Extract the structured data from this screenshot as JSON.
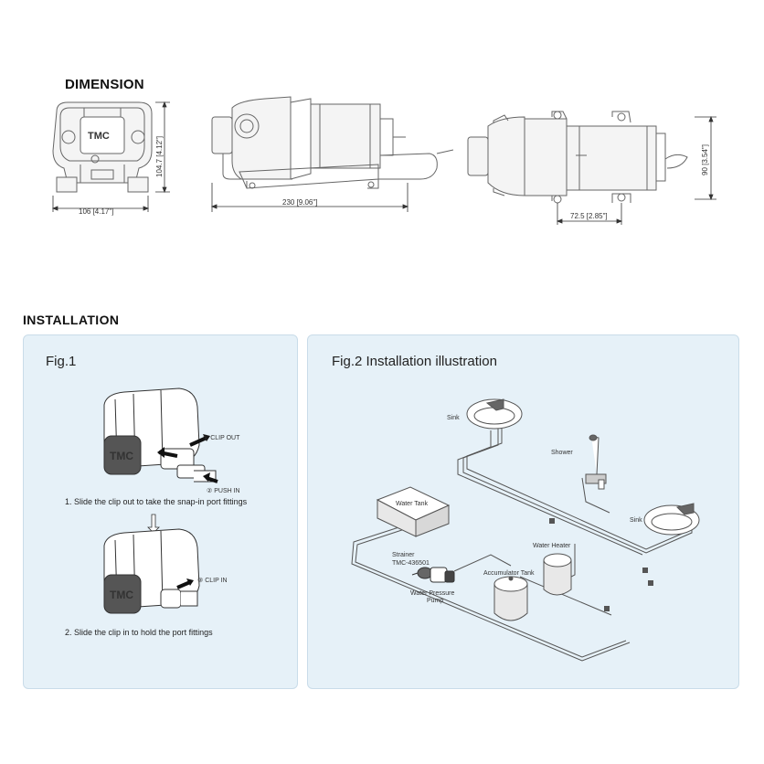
{
  "dimension": {
    "heading": "DIMENSION",
    "front_width": "106 [4.17\"]",
    "front_height": "104.7 [4.12\"]",
    "side_length": "230 [9.06\"]",
    "top_mount": "72.5 [2.85\"]",
    "top_height": "90 [3.54\"]",
    "logo": "TMC"
  },
  "installation": {
    "heading": "INSTALLATION",
    "fig1": {
      "title": "Fig.1",
      "clip_out": "① CLIP OUT",
      "push_in": "② PUSH IN",
      "clip_in": "③ CLIP IN",
      "step1": "1. Slide the clip out to take the snap-in port fittings",
      "step2": "2. Slide the clip in to hold the port fittings"
    },
    "fig2": {
      "title": "Fig.2 Installation illustration",
      "sink_top": "Sink",
      "shower": "Shower",
      "sink_right": "Sink",
      "water_tank": "Water Tank",
      "water_heater": "Water Heater",
      "strainer": "Strainer",
      "strainer_model": "TMC-436501",
      "accumulator_tank": "Accumulator Tank",
      "pump_line1": "Water Pressure",
      "pump_line2": "Pump"
    }
  }
}
